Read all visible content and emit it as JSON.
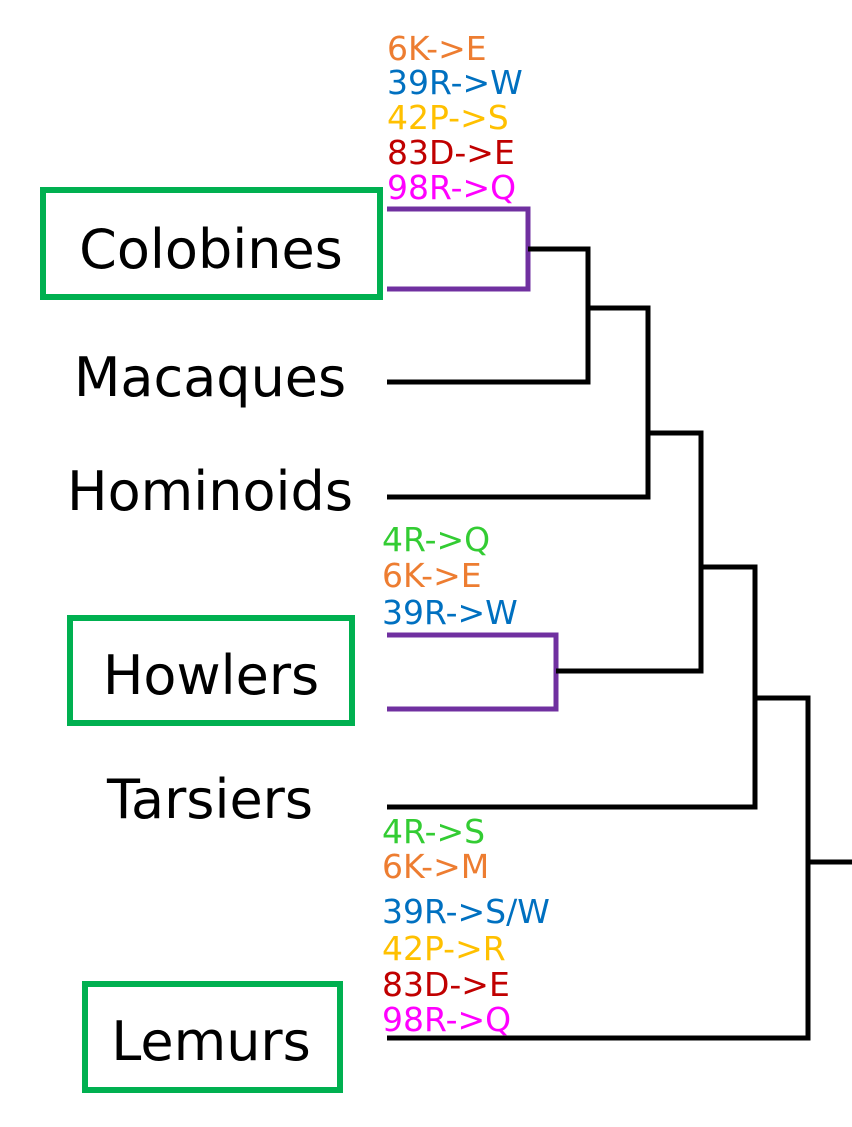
{
  "colors": {
    "highlight_box": "#00B050",
    "purple_branch": "#7030A0",
    "4R": "#33CC33",
    "6K": "#ED7D31",
    "39R": "#0070C0",
    "42P": "#FFC000",
    "83D": "#C00000",
    "98R": "#FF00FF"
  },
  "taxa": {
    "colobines": "Colobines",
    "macaques": "Macaques",
    "hominoids": "Hominoids",
    "howlers": "Howlers",
    "tarsiers": "Tarsiers",
    "lemurs": "Lemurs"
  },
  "mutations": {
    "colobines": [
      "6K->E",
      "39R->W",
      "42P->S",
      "83D->E",
      "98R->Q"
    ],
    "howlers": [
      "4R->Q",
      "6K->E",
      "39R->W"
    ],
    "lemurs": [
      "4R->S",
      "6K->M",
      "39R->S/W",
      "42P->R",
      "83D->E",
      "98R->Q"
    ]
  }
}
